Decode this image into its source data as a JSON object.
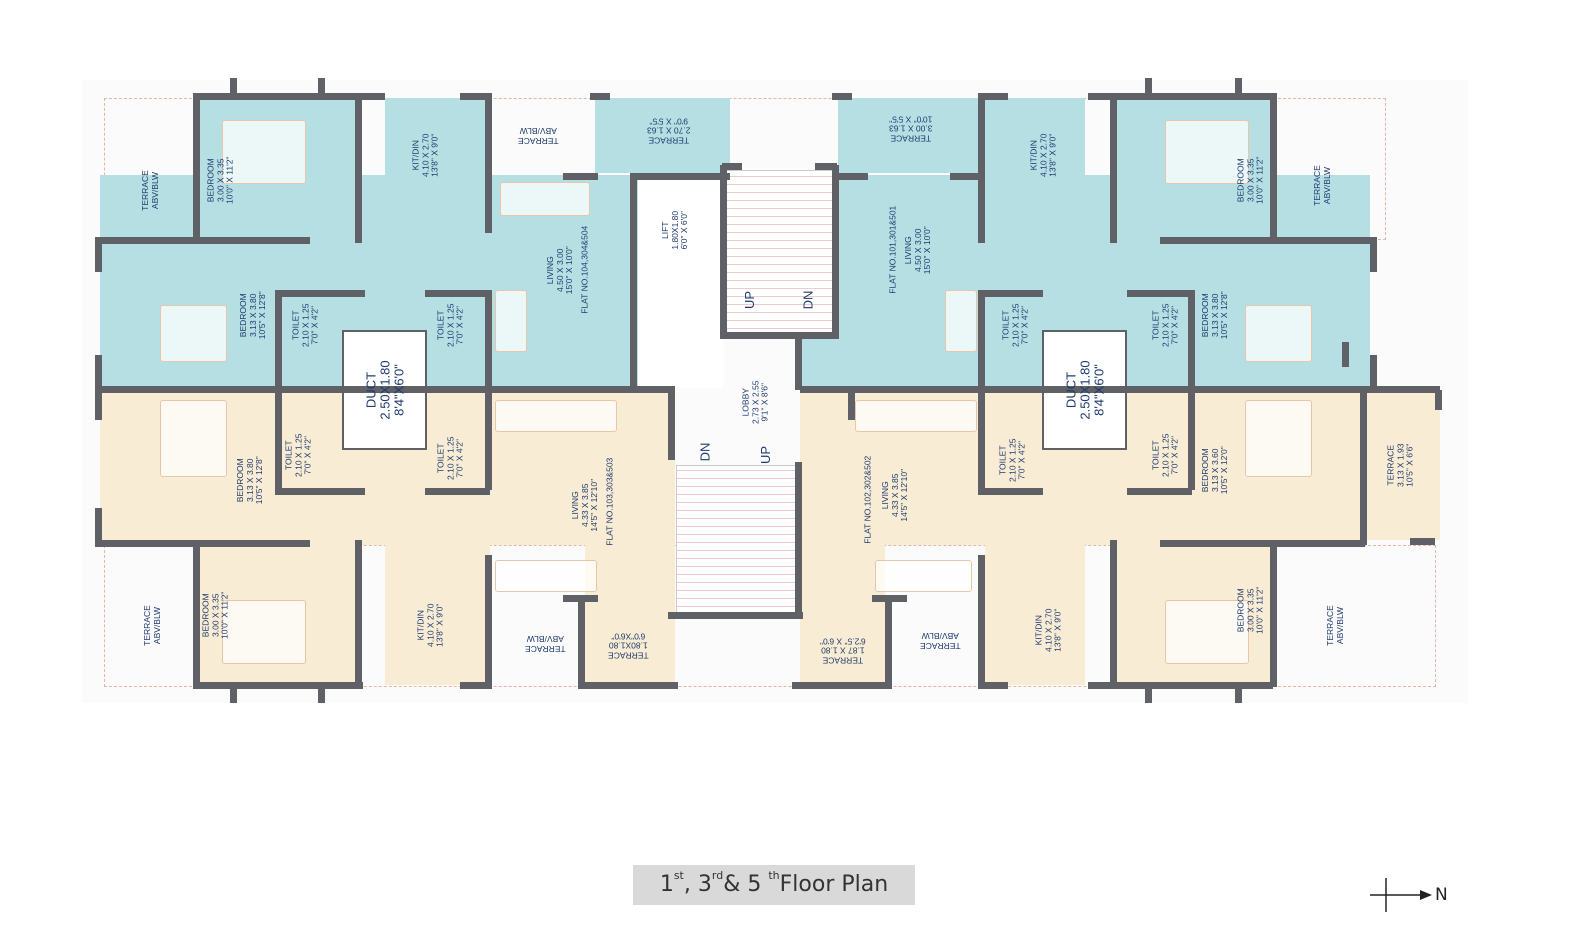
{
  "title": {
    "n1": "1",
    "s1": "st",
    "sep1": ", ",
    "n2": "3",
    "s2": "rd",
    "sep2": "& ",
    "n3": "5 ",
    "s3": "th",
    "text": "Floor Plan"
  },
  "north_label": "N",
  "colors": {
    "flat_blue": "#b5dfe3",
    "flat_beige": "#f8ecd4",
    "wall": "#5f6166",
    "label": "#1f3a6e"
  },
  "rooms": [
    {
      "lines": [
        "TERRACE",
        "ABV/BLW"
      ]
    },
    {
      "lines": [
        "BEDROOM",
        "3.00 X 3.35",
        "10'0\" X 11'2\""
      ]
    },
    {
      "lines": [
        "KIT/DIN",
        "4.10 X 2.70",
        "13'8\" X 9'0\""
      ]
    },
    {
      "lines": [
        "TERRACE",
        "ABV/BLW"
      ]
    },
    {
      "lines": [
        "TERRACE",
        "2.70 X 1.63",
        "9'0\" X 5'5\""
      ]
    },
    {
      "lines": [
        "LIVING",
        "4.50 X 3.00",
        "15'0\" X 10'0\""
      ]
    },
    {
      "lines": [
        "FLAT NO.104,304&504"
      ]
    },
    {
      "lines": [
        "BEDROOM",
        "3.13 X 3.80",
        "10'5\" X 12'8\""
      ]
    },
    {
      "lines": [
        "TOILET",
        "2.10 X 1.25",
        "7'0\" X 4'2\""
      ]
    },
    {
      "lines": [
        "TOILET",
        "2.10 X 1.25",
        "7'0\" X 4'2\""
      ]
    },
    {
      "lines": [
        "DUCT",
        "2.50X1.80",
        "8'4\"X6'0\""
      ]
    },
    {
      "lines": [
        "LIFT",
        "1.80X1.80",
        "6'0\" X 6'0\""
      ]
    },
    {
      "lines": [
        "TERRACE",
        "3.00 X 1.63",
        "10'0\" X 5'5\""
      ]
    },
    {
      "lines": [
        "FLAT NO.101,301&501"
      ]
    },
    {
      "lines": [
        "LIVING",
        "4.50 X 3.00",
        "15'0\" X 10'0\""
      ]
    },
    {
      "lines": [
        "KIT/DIN",
        "4.10 X 2.70",
        "13'8\" X 9'0\""
      ]
    },
    {
      "lines": [
        "BEDROOM",
        "3.00 X 3.35",
        "10'0\" X 11'2\""
      ]
    },
    {
      "lines": [
        "TERRACE",
        "ABV/BLW"
      ]
    },
    {
      "lines": [
        "BEDROOM",
        "3.13 X 3.80",
        "10'5\" X 12'8\""
      ]
    },
    {
      "lines": [
        "TOILET",
        "2.10 X 1.25",
        "7'0\" X 4'2\""
      ]
    },
    {
      "lines": [
        "TOILET",
        "2.10 X 1.25",
        "7'0\" X 4'2\""
      ]
    },
    {
      "lines": [
        "DUCT",
        "2.50X1.80",
        "8'4\"X6'0\""
      ]
    },
    {
      "lines": [
        "UP"
      ]
    },
    {
      "lines": [
        "DN"
      ]
    },
    {
      "lines": [
        "LOBBY",
        "2.73 X 2.55",
        "9'1\" X 8'6\""
      ]
    },
    {
      "lines": [
        "DN"
      ]
    },
    {
      "lines": [
        "UP"
      ]
    },
    {
      "lines": [
        "TOILET",
        "2.10 X 1.25",
        "7'0\" X 4'2\""
      ]
    },
    {
      "lines": [
        "TOILET",
        "2.10 X 1.25",
        "7'0\" X 4'2\""
      ]
    },
    {
      "lines": [
        "BEDROOM",
        "3.13 X 3.80",
        "10'5\" X 12'8\""
      ]
    },
    {
      "lines": [
        "LIVING",
        "4.33 X 3.85",
        "14'5\" X 12'10\""
      ]
    },
    {
      "lines": [
        "FLAT NO.103,303&503"
      ]
    },
    {
      "lines": [
        "BEDROOM",
        "3.00 X 3.35",
        "10'0\" X 11'2\""
      ]
    },
    {
      "lines": [
        "KIT/DIN",
        "4.10 X 2.70",
        "13'8\" X 9'0\""
      ]
    },
    {
      "lines": [
        "TERRACE",
        "ABV/BLW"
      ]
    },
    {
      "lines": [
        "TERRACE",
        "1.80X1.80",
        "6'0\"X6'0\""
      ]
    },
    {
      "lines": [
        "TERRACE",
        "ABV/BLW"
      ]
    },
    {
      "lines": [
        "TERRACE",
        "1.87 X 1.80",
        "6'2.5\" X 6'0\""
      ]
    },
    {
      "lines": [
        "TERRACE",
        "ABV/BLW"
      ]
    },
    {
      "lines": [
        "FLAT NO.102,302&502"
      ]
    },
    {
      "lines": [
        "LIVING",
        "4.33 X 3.85",
        "14'5\" X 12'10\""
      ]
    },
    {
      "lines": [
        "TOILET",
        "2.10 X 1.25",
        "7'0\" X 4'2\""
      ]
    },
    {
      "lines": [
        "TOILET",
        "2.10 X 1.25",
        "7'0\" X 4'2\""
      ]
    },
    {
      "lines": [
        "BEDROOM",
        "3.13 X 3.60",
        "10'5\" X 12'0\""
      ]
    },
    {
      "lines": [
        "TERRACE",
        "3.13 X 1.93",
        "10'5\" X 6'6\""
      ]
    },
    {
      "lines": [
        "KIT/DIN",
        "4.10 X 2.70",
        "13'8\" X 9'0\""
      ]
    },
    {
      "lines": [
        "BEDROOM",
        "3.00 X 3.35",
        "10'0\" X 11'2\""
      ]
    },
    {
      "lines": [
        "TERRACE",
        "ABV/BLW"
      ]
    }
  ]
}
